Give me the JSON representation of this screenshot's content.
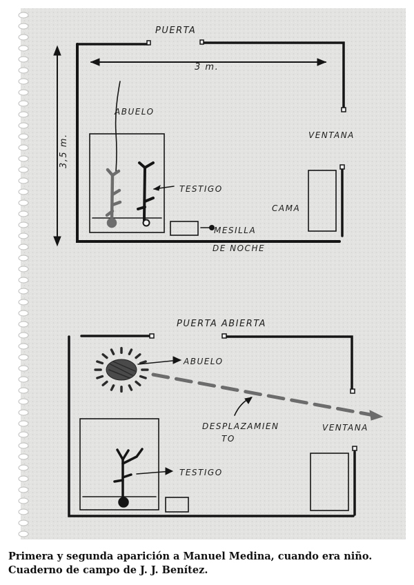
{
  "sketch1": {
    "door_label": "PUERTA",
    "width_label": "3 m.",
    "depth_label": "3,5 m.",
    "window_label": "VENTANA",
    "grandfather_label": "ABUELO",
    "witness_label": "TESTIGO",
    "bed_label": "CAMA",
    "nightstand_label_line1": "MESILLA",
    "nightstand_label_line2": "DE NOCHE"
  },
  "sketch2": {
    "door_label": "PUERTA ABIERTA",
    "grandfather_label": "ABUELO",
    "movement_label_line1": "DESPLAZAMIEN",
    "movement_label_line2": "TO",
    "window_label": "VENTANA",
    "witness_label": "TESTIGO"
  },
  "caption": {
    "line1": "Primera y segunda aparición a Manuel Medina, cuando era niño.",
    "line2": "Cuaderno de campo de J. J. Benítez."
  }
}
